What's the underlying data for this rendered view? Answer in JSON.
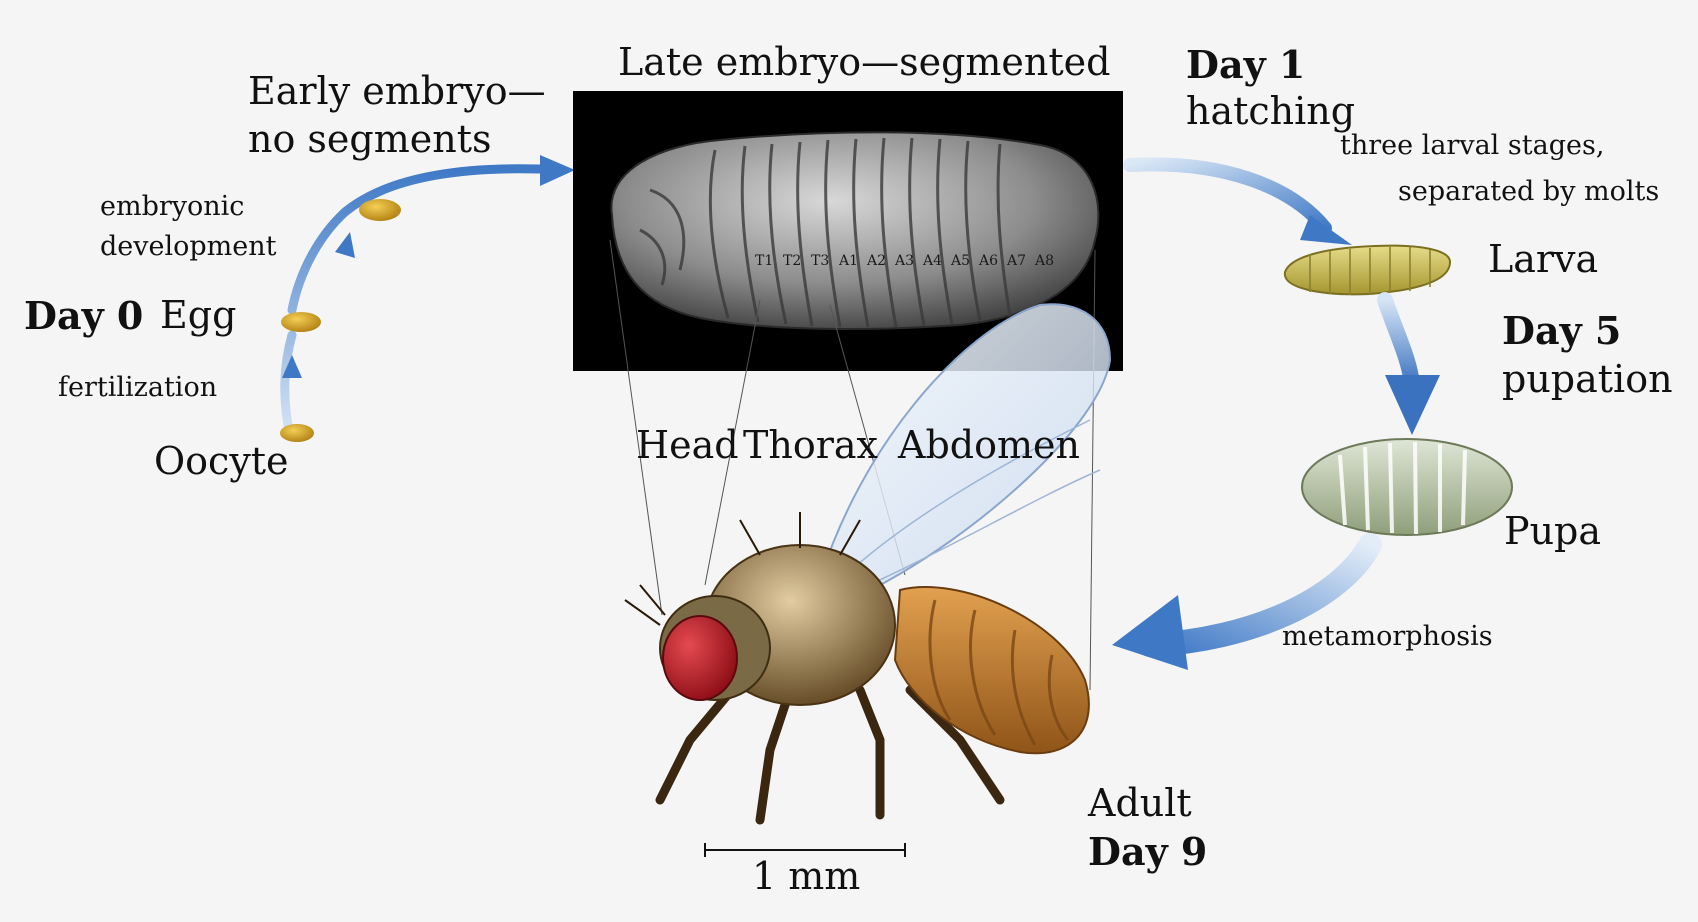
{
  "labels": {
    "oocyte": "Oocyte",
    "fertilization": "fertilization",
    "day0": "Day 0",
    "egg": "Egg",
    "embryonic_development_1": "embryonic",
    "embryonic_development_2": "development",
    "early_embryo_1": "Early embryo—",
    "early_embryo_2": "no segments",
    "late_embryo": "Late embryo—segmented",
    "day1": "Day 1",
    "hatching": "hatching",
    "larval_stages_1": "three larval stages,",
    "larval_stages_2": "separated by molts",
    "larva": "Larva",
    "day5": "Day 5",
    "pupation": "pupation",
    "pupa": "Pupa",
    "metamorphosis": "metamorphosis",
    "head": "Head",
    "thorax": "Thorax",
    "abdomen": "Abdomen",
    "adult": "Adult",
    "day9": "Day 9",
    "scale": "1 mm"
  },
  "embryo_segments": [
    "T1",
    "T2",
    "T3",
    "A1",
    "A2",
    "A3",
    "A4",
    "A5",
    "A6",
    "A7",
    "A8"
  ],
  "colors": {
    "arrow_blue": "#4f86cc",
    "arrow_light": "#c9dbf0",
    "egg_gold": "#d9a21c",
    "larva_yellow": "#c9b95a",
    "pupa_green": "#b7c4a8",
    "fly_eye_red": "#c8202a",
    "fly_abdomen": "#c47a28",
    "fly_thorax": "#9a7a45",
    "embryo_bg": "#000000",
    "embryo_grey": "#8a8a8a"
  },
  "icons": [
    "oocyte-icon",
    "egg-icon",
    "early-embryo-icon",
    "embryo-sem-image",
    "larva-icon",
    "pupa-icon",
    "adult-fly-icon"
  ]
}
